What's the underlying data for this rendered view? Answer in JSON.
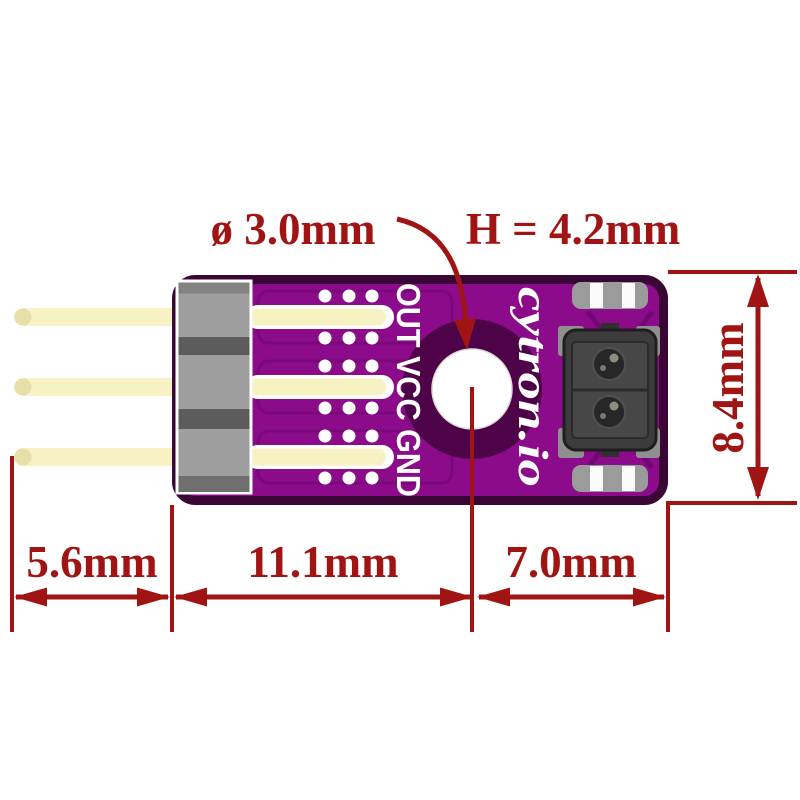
{
  "colors": {
    "page_bg": "#ffffff",
    "dim_red": "#a11414",
    "board_purple": "#8b0b8b",
    "board_outline": "#3a0635",
    "board_dark": "#6c096d",
    "hole_zone": "#4e0349",
    "silkscreen": "#ffffff",
    "pin_cream": "#f6f2c4",
    "pin_tip": "#e7deab",
    "header_gray": "#9e9e9e",
    "header_dark": "#5c5c5c",
    "smd_gray": "#9b9b9b",
    "sensor_leg": "#8f8f8f",
    "sensor_dark": "#3c3c3c"
  },
  "annotations": {
    "hole_diameter": "ø 3.0mm",
    "sensor_height": "H = 4.2mm"
  },
  "dimensions": {
    "pin_length": "5.6mm",
    "hole_offset": "11.1mm",
    "sensor_section": "7.0mm",
    "board_width": "8.4mm"
  },
  "board": {
    "brand": "cytron.io",
    "pin_labels": "OUT VCC GND"
  }
}
